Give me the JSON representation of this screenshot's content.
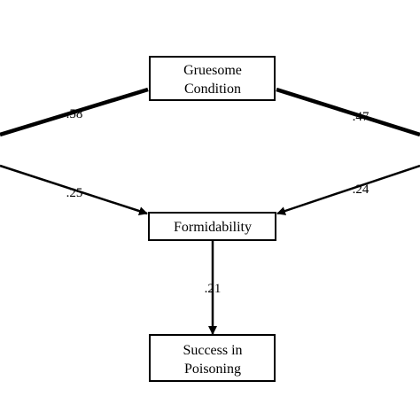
{
  "nodes": {
    "gruesome": {
      "line1": "Gruesome",
      "line2": "Condition"
    },
    "formidability": {
      "label": "Formidability"
    },
    "success": {
      "line1": "Success in",
      "line2": "Poisoning"
    }
  },
  "paths": {
    "left_to_gruesome": ".58",
    "gruesome_to_right": ".47",
    "left_to_formidability": ".25",
    "right_to_formidability": ".24",
    "formidability_to_success": ".21"
  }
}
